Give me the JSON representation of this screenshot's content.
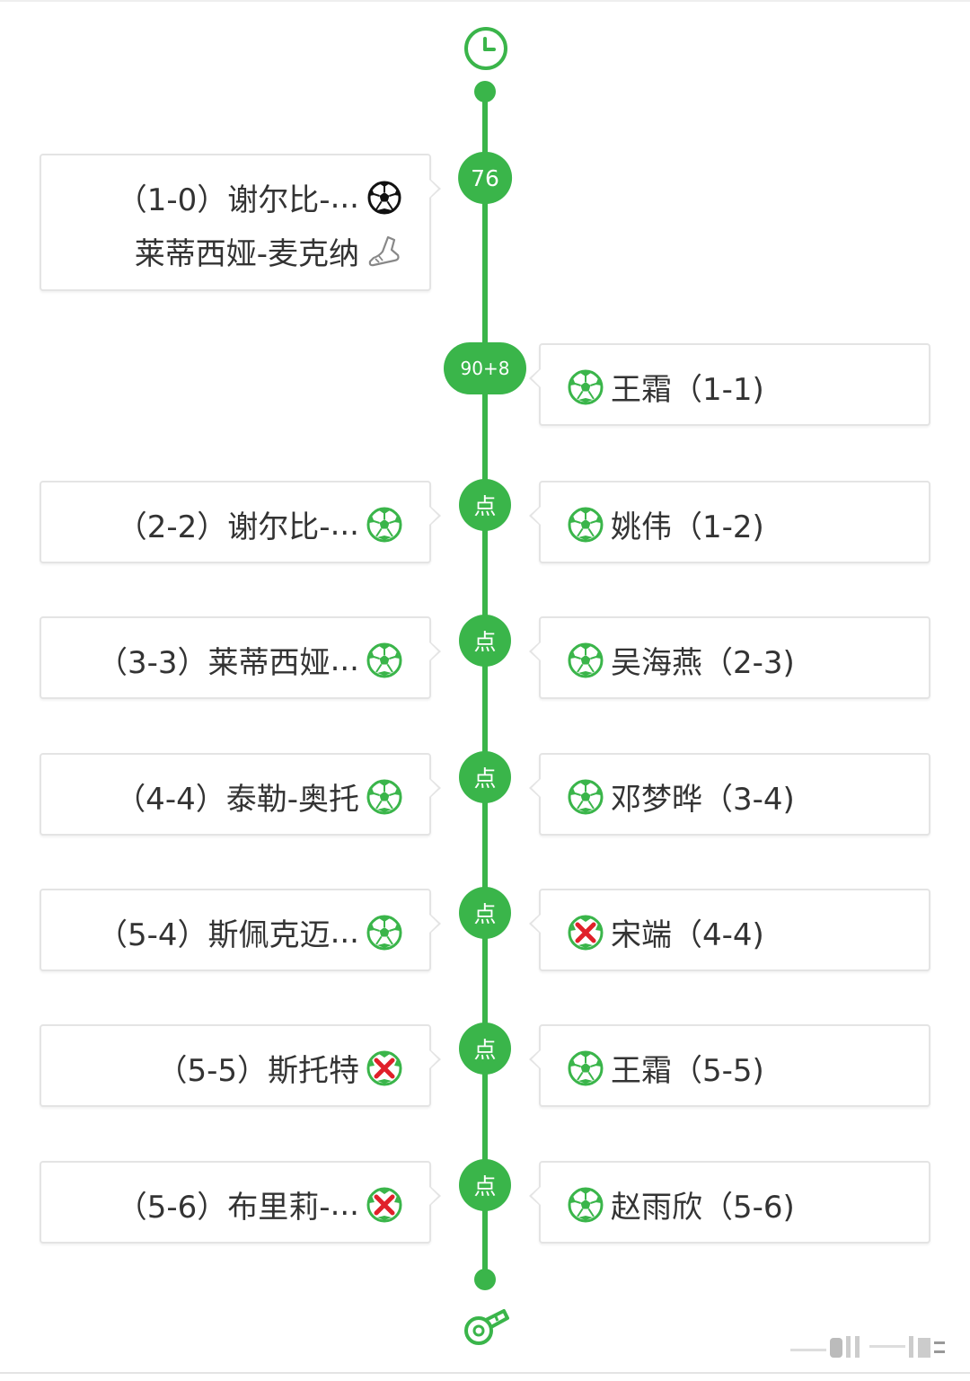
{
  "timeline": {
    "start_icon": "clock-icon",
    "end_icon": "whistle-icon",
    "accent_color": "#3ab54a",
    "events": [
      {
        "node": "76",
        "left": {
          "lines": [
            {
              "text": "（1-0）谢尔比-",
              "truncated": true,
              "icon": "soccer-ball-black-icon"
            },
            {
              "text": "莱蒂西娅-麦克纳",
              "icon": "boot-assist-icon"
            }
          ]
        },
        "right": null
      },
      {
        "node": "90+8",
        "left": null,
        "right": {
          "text": "王霜（1-1)",
          "icon": "soccer-ball-green-icon"
        }
      },
      {
        "node": "点",
        "left": {
          "text": "（2-2）谢尔比-",
          "truncated": true,
          "icon": "soccer-ball-green-icon"
        },
        "right": {
          "text": "姚伟（1-2)",
          "icon": "soccer-ball-green-icon"
        }
      },
      {
        "node": "点",
        "left": {
          "text": "（3-3）莱蒂西娅",
          "truncated": true,
          "icon": "soccer-ball-green-icon"
        },
        "right": {
          "text": "吴海燕（2-3)",
          "icon": "soccer-ball-green-icon"
        }
      },
      {
        "node": "点",
        "left": {
          "text": "（4-4）泰勒-奥托",
          "icon": "soccer-ball-green-icon"
        },
        "right": {
          "text": "邓梦晔（3-4)",
          "icon": "soccer-ball-green-icon"
        }
      },
      {
        "node": "点",
        "left": {
          "text": "（5-4）斯佩克迈",
          "truncated": true,
          "icon": "soccer-ball-green-icon"
        },
        "right": {
          "text": "宋端（4-4)",
          "icon": "penalty-miss-icon"
        }
      },
      {
        "node": "点",
        "left": {
          "text": "（5-5）斯托特",
          "icon": "penalty-miss-icon"
        },
        "right": {
          "text": "王霜（5-5)",
          "icon": "soccer-ball-green-icon"
        }
      },
      {
        "node": "点",
        "left": {
          "text": "（5-6）布里莉-",
          "truncated": true,
          "icon": "penalty-miss-icon"
        },
        "right": {
          "text": "赵雨欣（5-6)",
          "icon": "soccer-ball-green-icon"
        }
      }
    ]
  }
}
